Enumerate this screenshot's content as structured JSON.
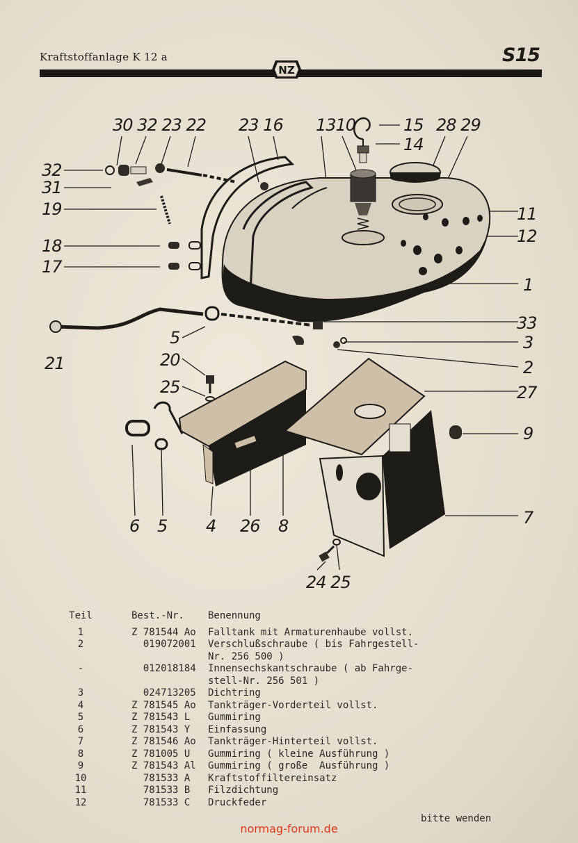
{
  "header": {
    "title": "Kraftstoffanlage K 12 a",
    "page": "S15",
    "logo_text": "NZ"
  },
  "callouts": {
    "top_a": "30 32 23 22",
    "top_b": "23 16",
    "top_c": "1310",
    "c15": "15",
    "c14": "14",
    "top_d": "28 29",
    "c32": "32",
    "c31": "31",
    "c19": "19",
    "c18": "18",
    "c17": "17",
    "c11": "11",
    "c12": "12",
    "c1": "1",
    "c33": "33",
    "c3": "3",
    "c2": "2",
    "c27": "27",
    "c9": "9",
    "c7": "7",
    "c5a": "5",
    "c21": "21",
    "c20": "20",
    "c25": "25",
    "bottom_row": [
      "6",
      "5",
      "4",
      "26",
      "8"
    ],
    "bottom_b": "24 25"
  },
  "parts_table": {
    "headers": [
      "Teil",
      "Best.-Nr.",
      "Benennung"
    ],
    "rows": [
      {
        "teil": "1",
        "nr": "Z 781544 Ao",
        "ben": "Falltank mit Armaturenhaube vollst."
      },
      {
        "teil": "2",
        "nr": "  019072001",
        "ben": "Verschlußschraube ( bis Fahrgestell-\nNr. 256 500 )"
      },
      {
        "teil": "-",
        "nr": "  012018184",
        "ben": "Innensechskantschraube ( ab Fahrge-\nstell-Nr. 256 501 )"
      },
      {
        "teil": "3",
        "nr": "  024713205",
        "ben": "Dichtring"
      },
      {
        "teil": "4",
        "nr": "Z 781545 Ao",
        "ben": "Tankträger-Vorderteil vollst."
      },
      {
        "teil": "5",
        "nr": "Z 781543 L",
        "ben": "Gummiring"
      },
      {
        "teil": "6",
        "nr": "Z 781543 Y",
        "ben": "Einfassung"
      },
      {
        "teil": "7",
        "nr": "Z 781546 Ao",
        "ben": "Tankträger-Hinterteil vollst."
      },
      {
        "teil": "8",
        "nr": "Z 781005 U",
        "ben": "Gummiring ( kleine Ausführung )"
      },
      {
        "teil": "9",
        "nr": "Z 781543 Al",
        "ben": "Gummiring ( große  Ausführung )"
      },
      {
        "teil": "10",
        "nr": "  781533 A",
        "ben": "Kraftstoffiltereinsatz"
      },
      {
        "teil": "11",
        "nr": "  781533 B",
        "ben": "Filzdichtung"
      },
      {
        "teil": "12",
        "nr": "  781533 C",
        "ben": "Druckfeder"
      }
    ]
  },
  "footer": {
    "note": "bitte wenden",
    "site": "normag-forum.de"
  }
}
